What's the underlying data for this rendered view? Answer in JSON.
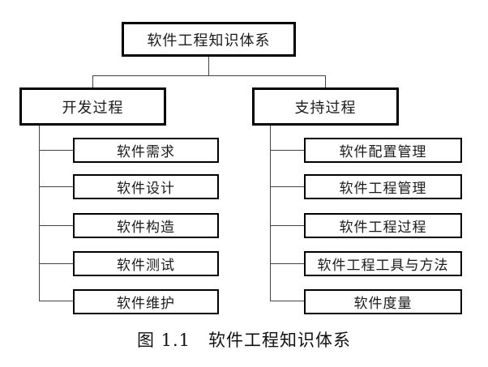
{
  "diagram": {
    "root": {
      "label": "软件工程知识体系"
    },
    "branches": [
      {
        "label": "开发过程",
        "children": [
          {
            "label": "软件需求"
          },
          {
            "label": "软件设计"
          },
          {
            "label": "软件构造"
          },
          {
            "label": "软件测试"
          },
          {
            "label": "软件维护"
          }
        ]
      },
      {
        "label": "支持过程",
        "children": [
          {
            "label": "软件配置管理"
          },
          {
            "label": "软件工程管理"
          },
          {
            "label": "软件工程过程"
          },
          {
            "label": "软件工程工具与方法"
          },
          {
            "label": "软件度量"
          }
        ]
      }
    ],
    "caption": "图 1.1　软件工程知识体系"
  },
  "colors": {
    "background": "#ffffff",
    "box_border": "#000000",
    "connector_line": "#444444",
    "text": "#1a1a1a"
  }
}
